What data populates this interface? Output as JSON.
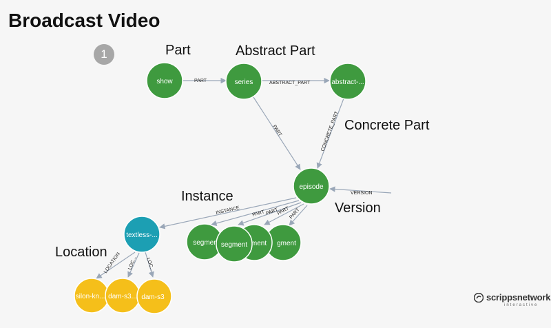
{
  "slide": {
    "title": "Broadcast Video",
    "step_number": "1"
  },
  "annotations": {
    "part": "Part",
    "abstract_part": "Abstract Part",
    "concrete_part": "Concrete Part",
    "instance": "Instance",
    "version": "Version",
    "location": "Location"
  },
  "nodes": {
    "show": "show",
    "series": "series",
    "abstract": "abstract-...",
    "episode": "episode",
    "textless": "textless-...",
    "segment1": "segmen",
    "segment2": "segment",
    "segment3": "ment",
    "segment4": "gment",
    "loc1": "silon-kn...",
    "loc2": "dam-s3...",
    "loc3": "dam-s3"
  },
  "edges": {
    "show_series": "PART",
    "series_abstract": "ABSTRACT_PART",
    "series_episode": "PART",
    "abstract_episode": "CONCRETE_PART",
    "version": "VERSION",
    "instance": "INSTANCE",
    "part_a": "PART",
    "part_b": "PART",
    "part_c": "PART",
    "part_d": "PART",
    "location": "LOCATION",
    "loc_b": "LOC...",
    "loc_c": "LOC..."
  },
  "colors": {
    "green_node": "#3f9a3f",
    "teal_node": "#1c9fb3",
    "yellow_node": "#f5bf1a",
    "edge": "#9aa7b8",
    "badge": "#a7a7a7"
  },
  "brand": {
    "name": "scrippsnetworks",
    "tagline": "interactive"
  }
}
